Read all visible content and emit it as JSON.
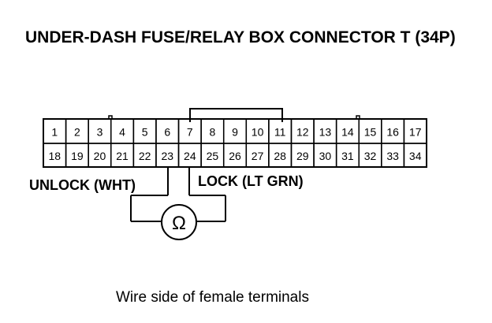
{
  "title": "UNDER-DASH FUSE/RELAY BOX CONNECTOR T (34P)",
  "connector": {
    "top_row": [
      "1",
      "2",
      "3",
      "4",
      "5",
      "6",
      "7",
      "8",
      "9",
      "10",
      "11",
      "12",
      "13",
      "14",
      "15",
      "16",
      "17"
    ],
    "bottom_row": [
      "18",
      "19",
      "20",
      "21",
      "22",
      "23",
      "24",
      "25",
      "26",
      "27",
      "28",
      "29",
      "30",
      "31",
      "32",
      "33",
      "34"
    ]
  },
  "labels": {
    "unlock": "UNLOCK (WHT)",
    "lock": "LOCK (LT GRN)"
  },
  "meter_symbol": "Ω",
  "caption": "Wire side of female terminals"
}
